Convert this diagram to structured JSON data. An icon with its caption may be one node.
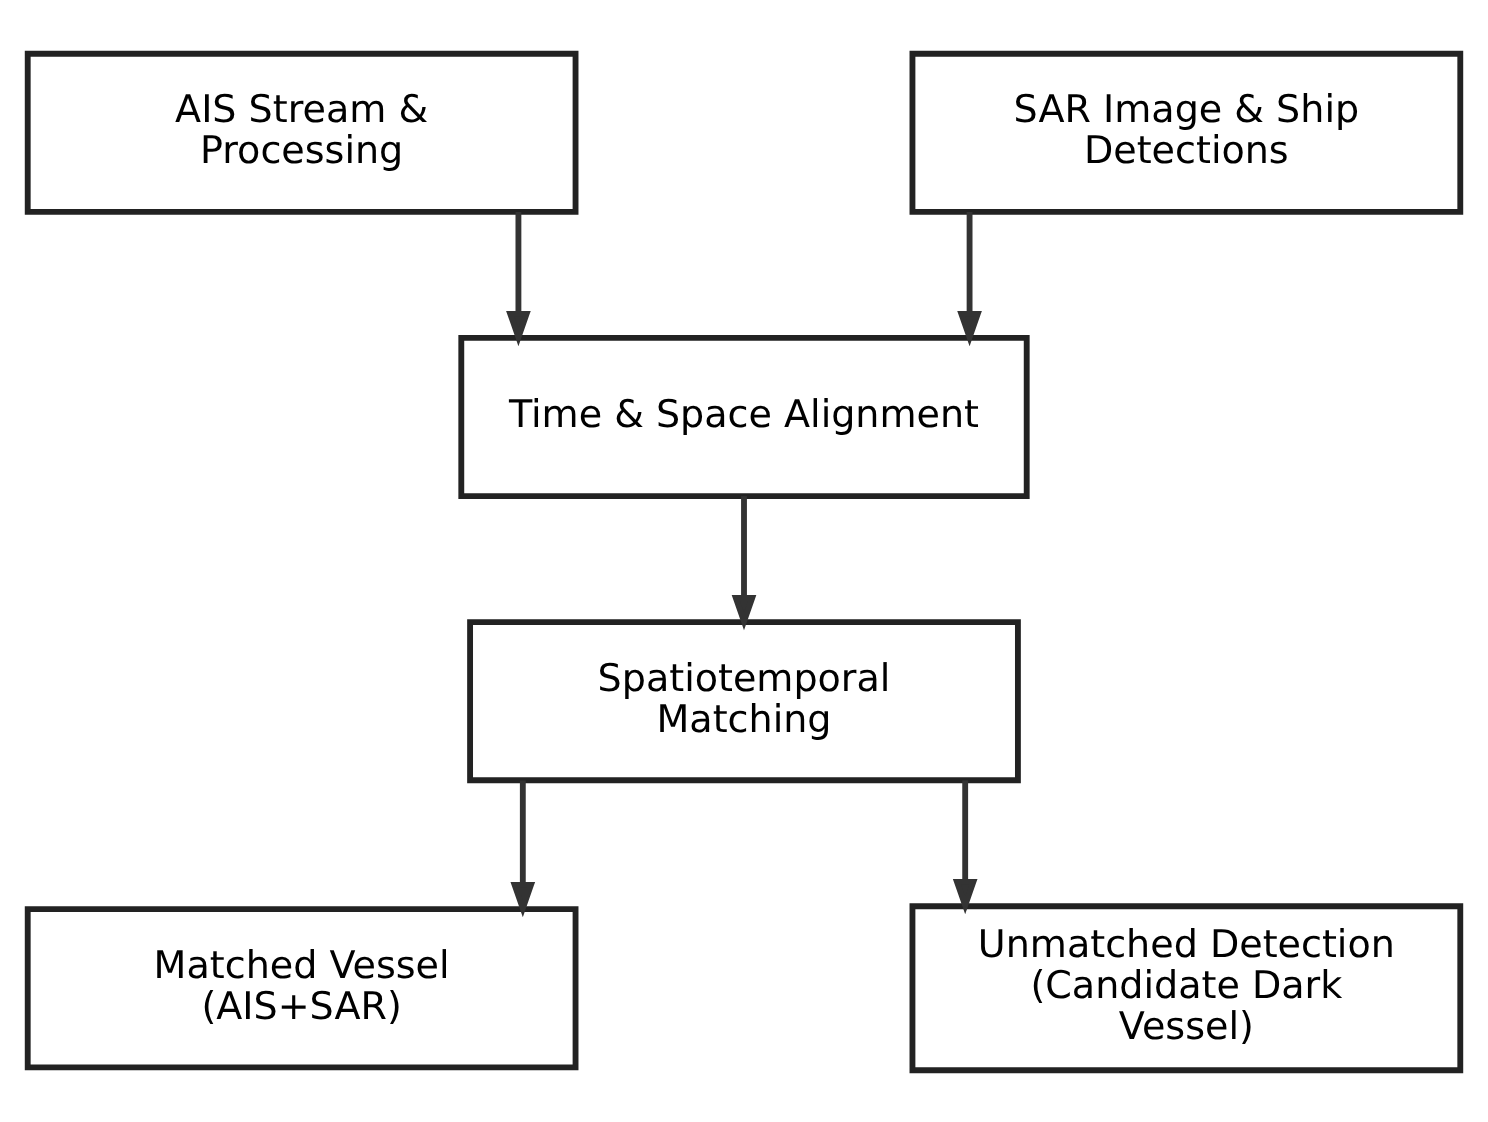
{
  "diagram": {
    "nodes": [
      {
        "text": [
          "AIS Stream & Processing"
        ]
      },
      {
        "text": [
          "SAR Image & Ship Detections"
        ]
      },
      {
        "text": [
          "Time & Space Alignment"
        ]
      },
      {
        "text": [
          "Spatiotemporal Matching"
        ]
      },
      {
        "text": [
          "Matched Vessel (AIS+SAR)"
        ]
      },
      {
        "text": [
          "Unmatched Detection (Candidate Dark Vessel)"
        ]
      }
    ],
    "edges": [
      {
        "from": 0,
        "to": 2,
        "arrow": "to"
      },
      {
        "from": 1,
        "to": 2,
        "arrow": "to"
      },
      {
        "from": 2,
        "to": 3,
        "arrow": "to"
      },
      {
        "from": 3,
        "to": 4,
        "arrow": "to"
      },
      {
        "from": 3,
        "to": 5,
        "arrow": "to"
      }
    ]
  }
}
